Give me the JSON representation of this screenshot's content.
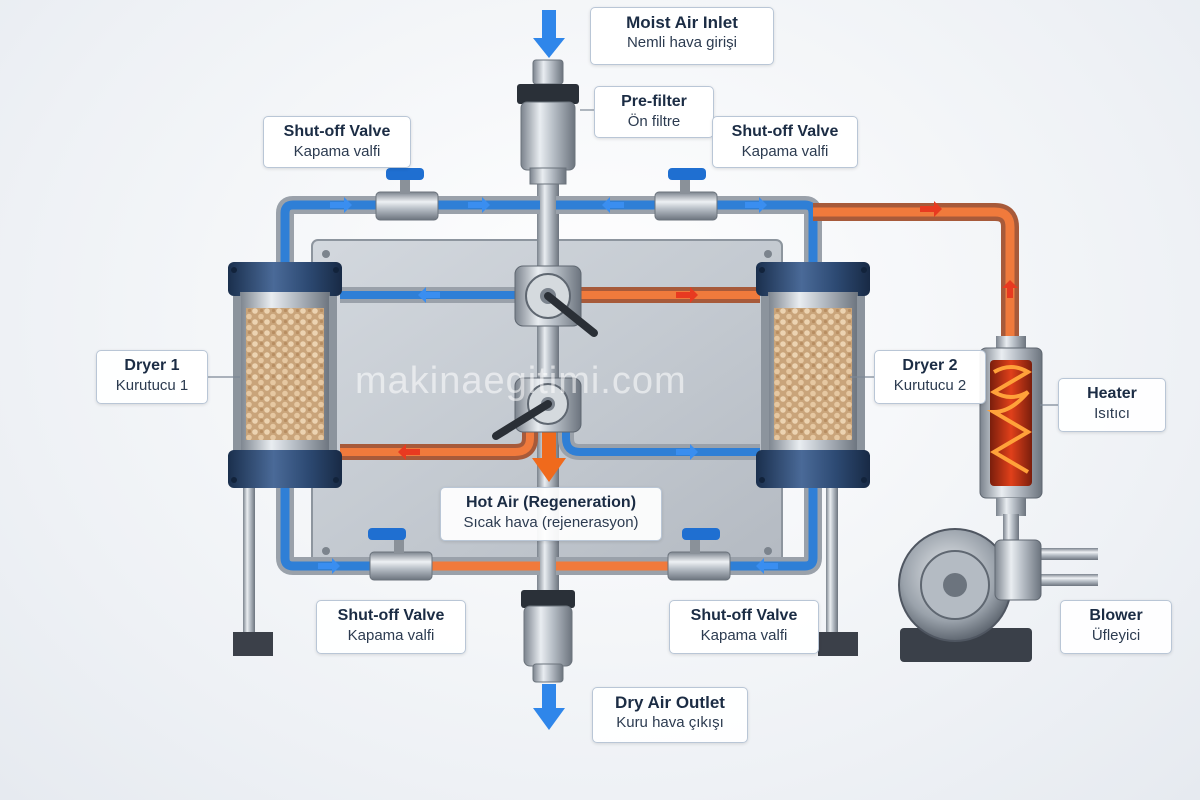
{
  "labels": {
    "moist_air_inlet": {
      "en": "Moist Air Inlet",
      "tr": "Nemli hava girişi"
    },
    "pre_filter": {
      "en": "Pre-filter",
      "tr": "Ön filtre"
    },
    "shutoff_top_left": {
      "en": "Shut-off Valve",
      "tr": "Kapama valfi"
    },
    "shutoff_top_right": {
      "en": "Shut-off Valve",
      "tr": "Kapama valfi"
    },
    "dryer_1": {
      "en": "Dryer 1",
      "tr": "Kurutucu 1"
    },
    "dryer_2": {
      "en": "Dryer 2",
      "tr": "Kurutucu 2"
    },
    "heater": {
      "en": "Heater",
      "tr": "Isıtıcı"
    },
    "hot_air": {
      "en": "Hot Air (Regeneration)",
      "tr": "Sıcak hava (rejenerasyon)"
    },
    "shutoff_bottom_left": {
      "en": "Shut-off Valve",
      "tr": "Kapama valfi"
    },
    "shutoff_bottom_right": {
      "en": "Shut-off Valve",
      "tr": "Kapama valfi"
    },
    "blower": {
      "en": "Blower",
      "tr": "Üfleyici"
    },
    "dry_air_outlet": {
      "en": "Dry Air Outlet",
      "tr": "Kuru hava çıkışı"
    }
  },
  "watermark": "makinaegitimi.com",
  "colors": {
    "cold_pipe": "#2f7fd6",
    "hot_pipe": "#e8642a",
    "steel": "#b8bec6",
    "navy": "#27436a",
    "valve_handle": "#1f6fd1",
    "desiccant": "#d9b891"
  }
}
